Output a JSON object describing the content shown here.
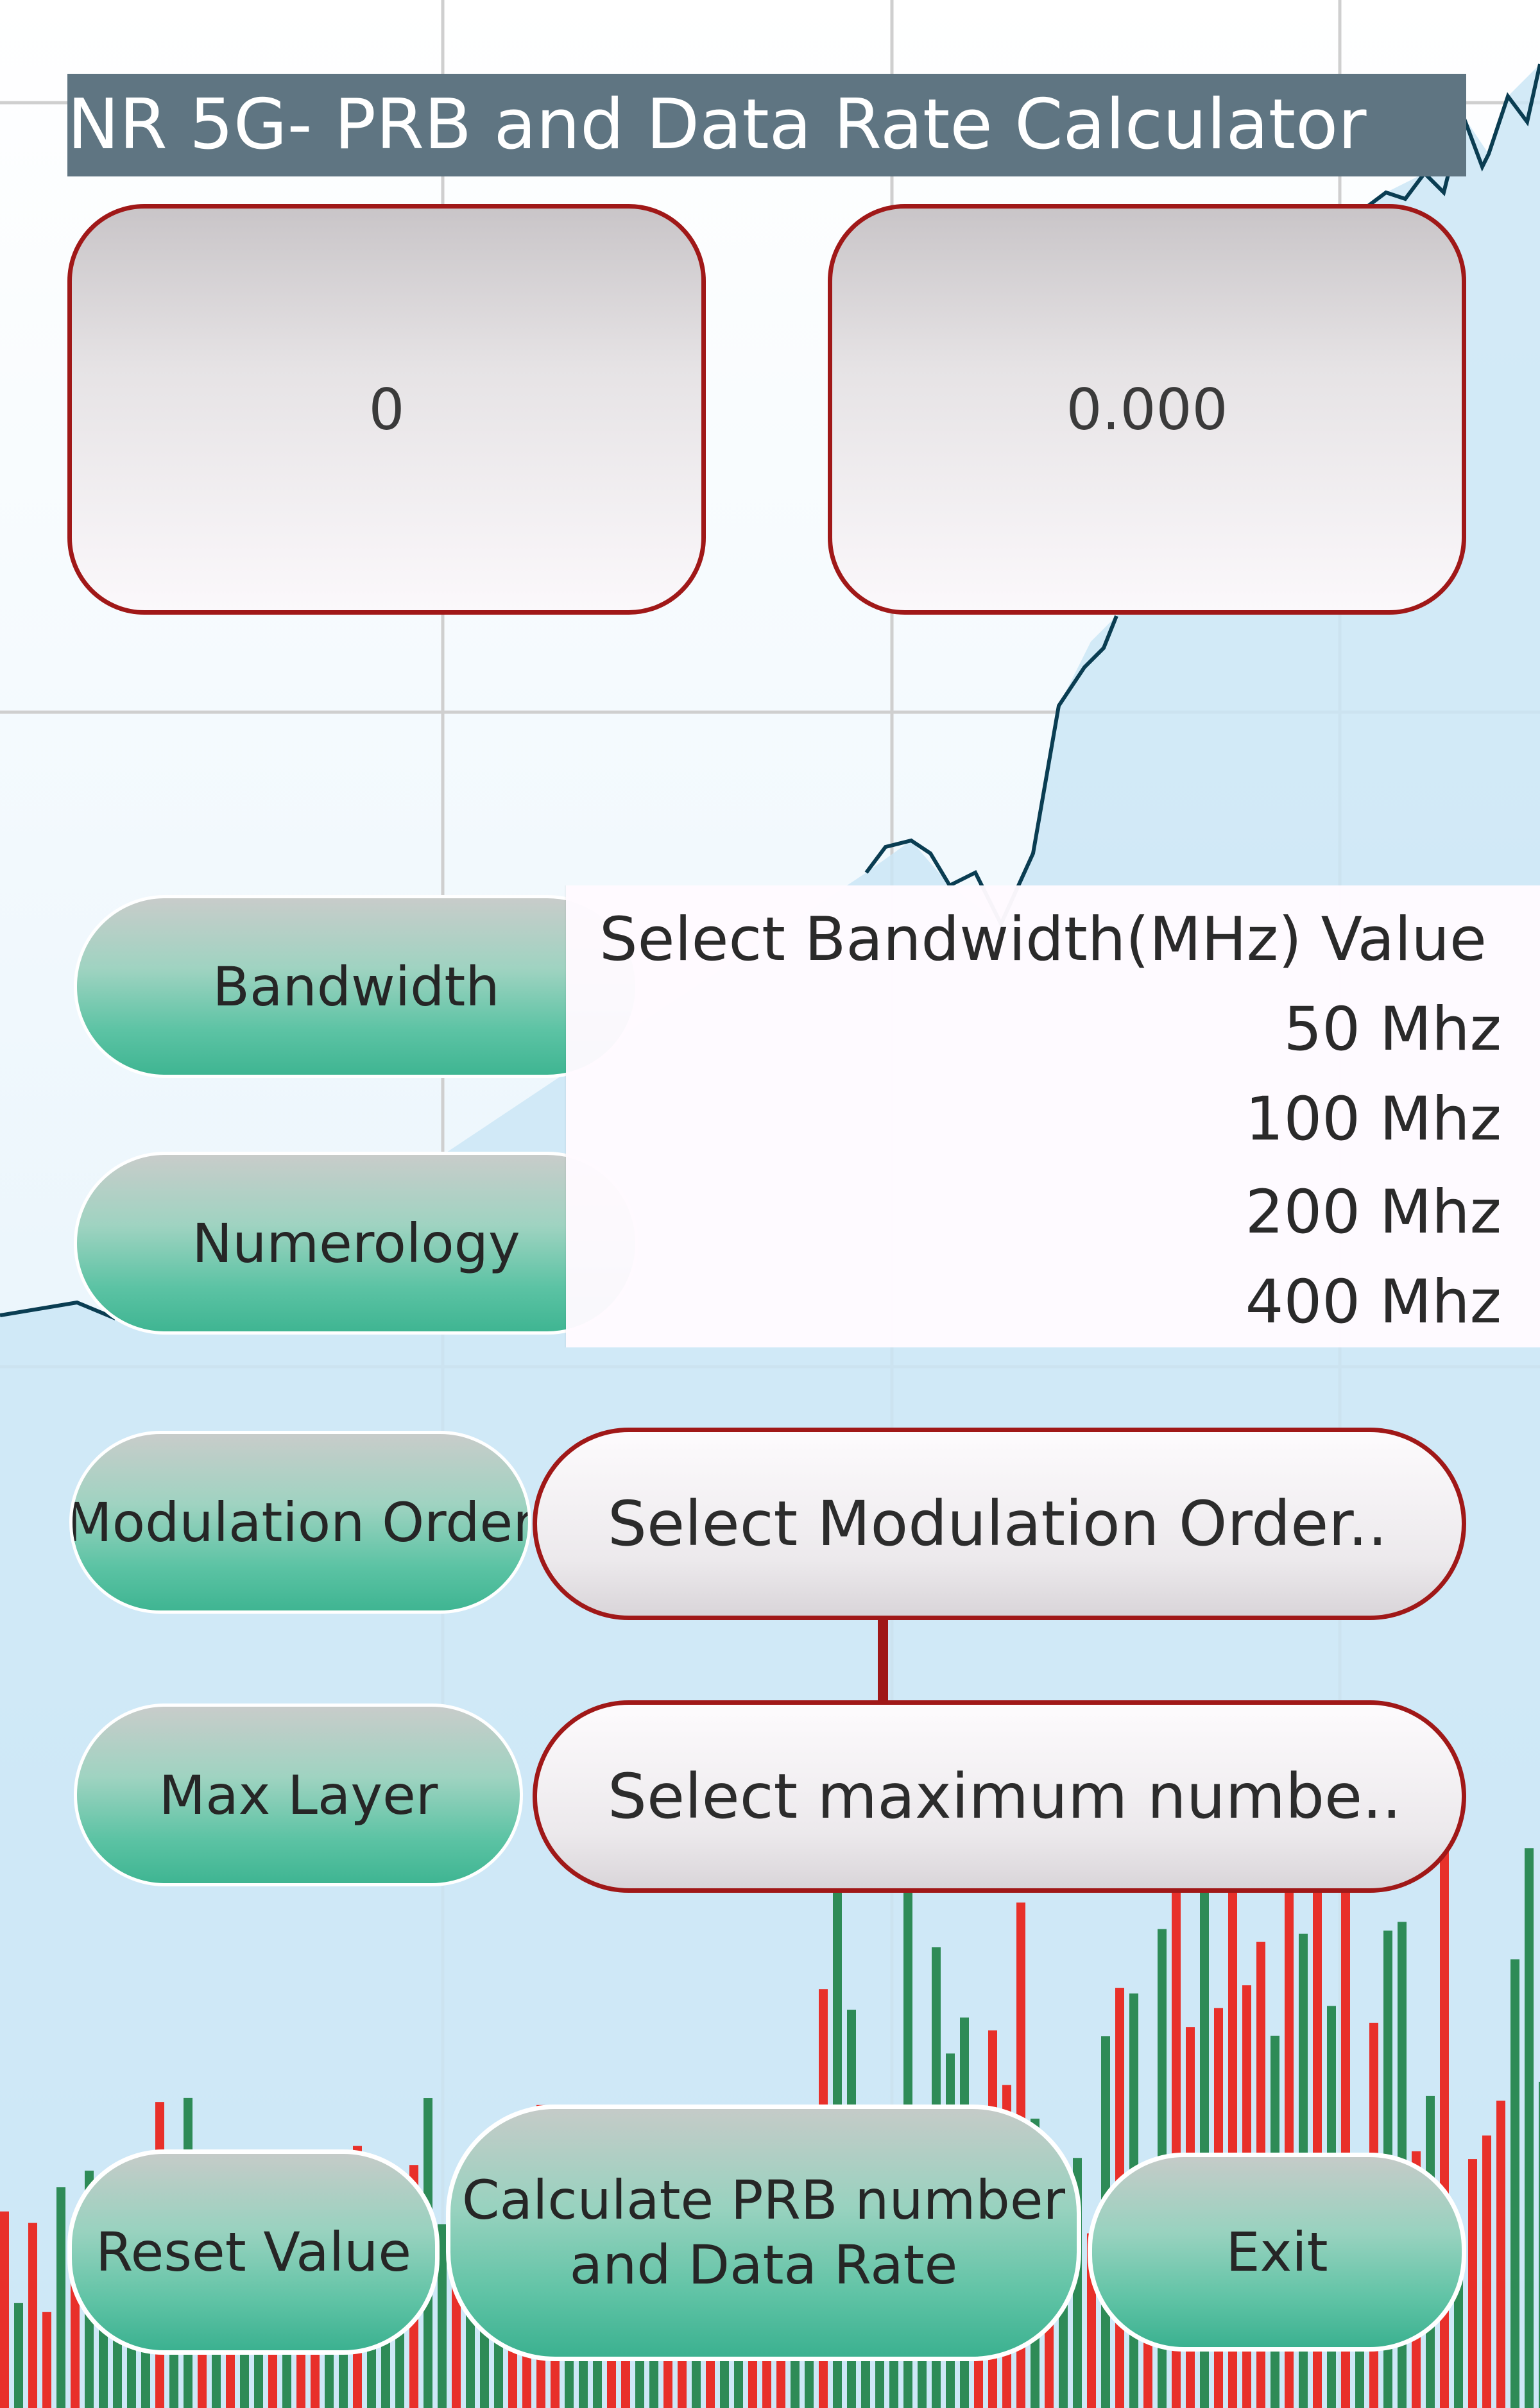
{
  "app": {
    "title": "NR 5G- PRB and Data Rate Calculator"
  },
  "results": {
    "prb_count": "0",
    "data_rate": "0.000"
  },
  "form": {
    "bandwidth_label": "Bandwidth",
    "numerology_label": "Numerology",
    "modulation_label": "Modulation Order",
    "modulation_placeholder": "Select Modulation Order..",
    "max_layer_label": "Max Layer",
    "max_layer_placeholder": "Select maximum numbe.."
  },
  "dropdown": {
    "title": "Select Bandwidth(MHz) Value",
    "options": [
      "50 Mhz",
      "100 Mhz",
      "200 Mhz",
      "400 Mhz"
    ]
  },
  "buttons": {
    "reset": "Reset Value",
    "calculate_line1": "Calculate PRB number",
    "calculate_line2": "and Data Rate",
    "exit": "Exit"
  },
  "colors": {
    "title_bar": "#5f7582",
    "accent_border": "#a01818",
    "button_green": "#3fb592",
    "bar_red": "#e8302a",
    "bar_green": "#2e8b57",
    "grid": "#c8c8c8",
    "line": "#0a3d52"
  }
}
